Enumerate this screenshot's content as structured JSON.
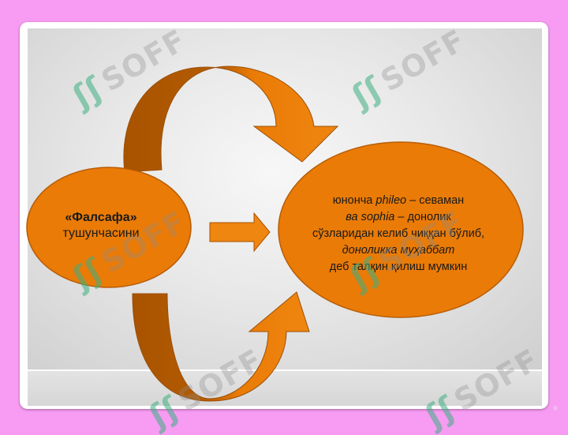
{
  "diagram": {
    "left_node": {
      "term": "«Фалсафа»",
      "caption": "тушунчасини"
    },
    "right_node": {
      "line1_a": "юнонча ",
      "line1_b": "phileo",
      "line1_c": " – севаман",
      "line2_a": "ва ",
      "line2_b": "sophia",
      "line2_c": "  – донолик",
      "line3": "сўзларидан келиб чиққан бўлиб,",
      "line4": "доноликка муҳаббат",
      "line5": "деб талқин қилиш мумкин"
    }
  },
  "watermark": {
    "text": "SOFF",
    "glyph": "ʃʃ"
  },
  "colors": {
    "node_fill": "#ea7b07",
    "arrow_fill": "#ef8610",
    "arrow_dark": "#a85300",
    "page_bg": "#f79cf2"
  }
}
